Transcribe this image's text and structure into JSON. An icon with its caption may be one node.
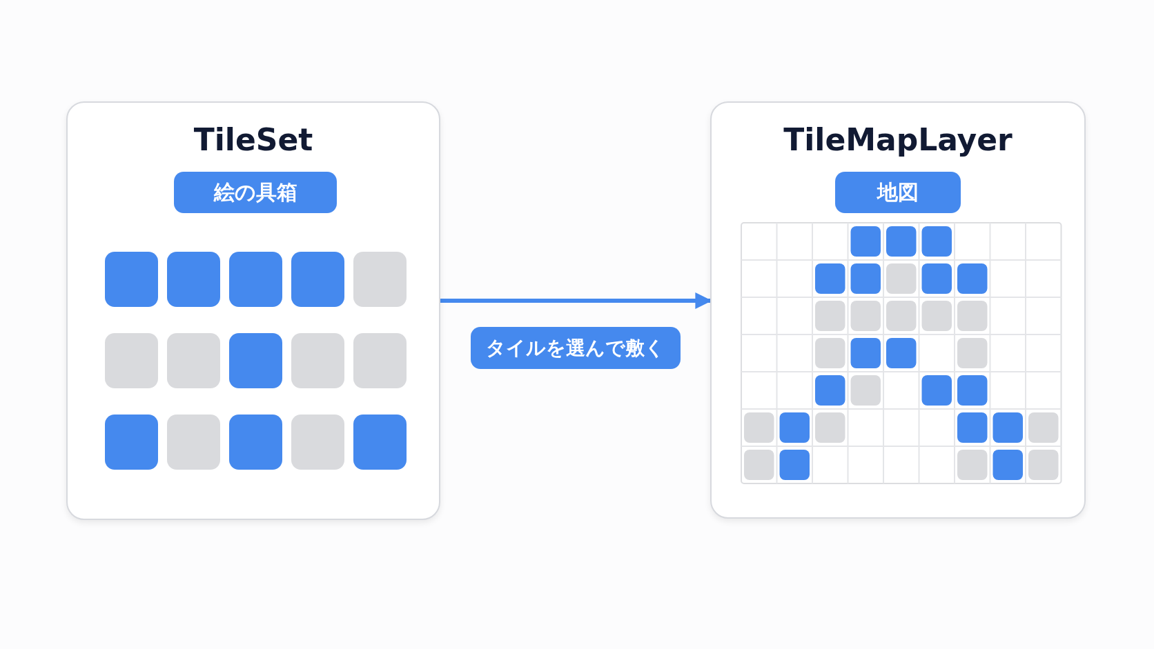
{
  "diagram": {
    "nodes": [
      {
        "text": [
          "TileSet"
        ]
      },
      {
        "text": [
          "絵の具箱"
        ],
        "in": 0
      },
      {
        "text": [
          "TileMapLayer"
        ]
      },
      {
        "text": [
          "地図"
        ],
        "in": 2
      }
    ],
    "edges": [
      {
        "from": 0,
        "to": 2,
        "arrow": "to",
        "label": "タイルを選んで敷く"
      }
    ]
  }
}
